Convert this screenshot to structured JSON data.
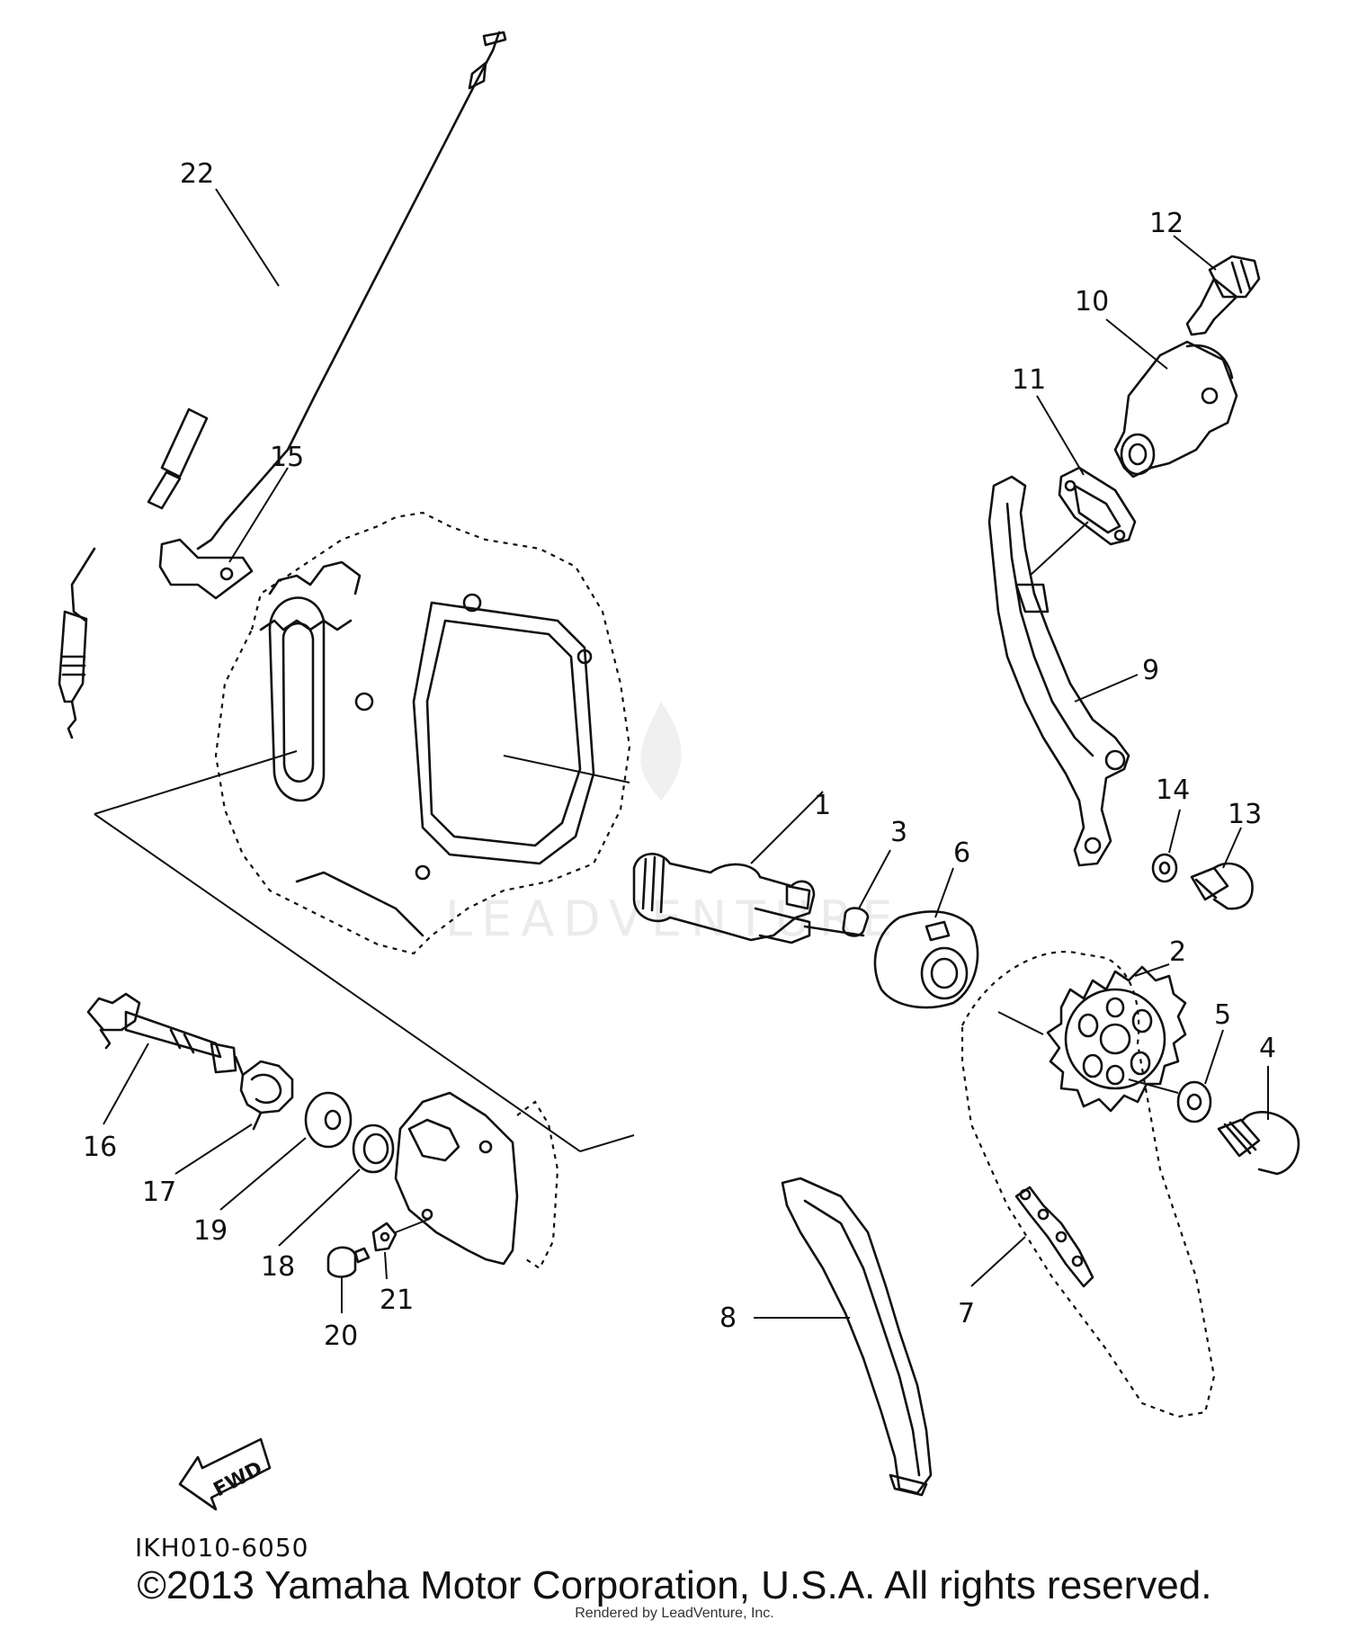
{
  "diagram": {
    "callouts": [
      "1",
      "2",
      "3",
      "4",
      "5",
      "6",
      "7",
      "8",
      "9",
      "10",
      "11",
      "12",
      "13",
      "14",
      "15",
      "16",
      "17",
      "18",
      "19",
      "20",
      "21",
      "22"
    ],
    "fwd_label": "FWD",
    "drawing_code": "IKH010-6050",
    "watermark": "LEADVENTURE",
    "copyright": "©2013 Yamaha Motor Corporation, U.S.A. All rights reserved.",
    "rendered_by": "Rendered by LeadVenture, Inc."
  }
}
